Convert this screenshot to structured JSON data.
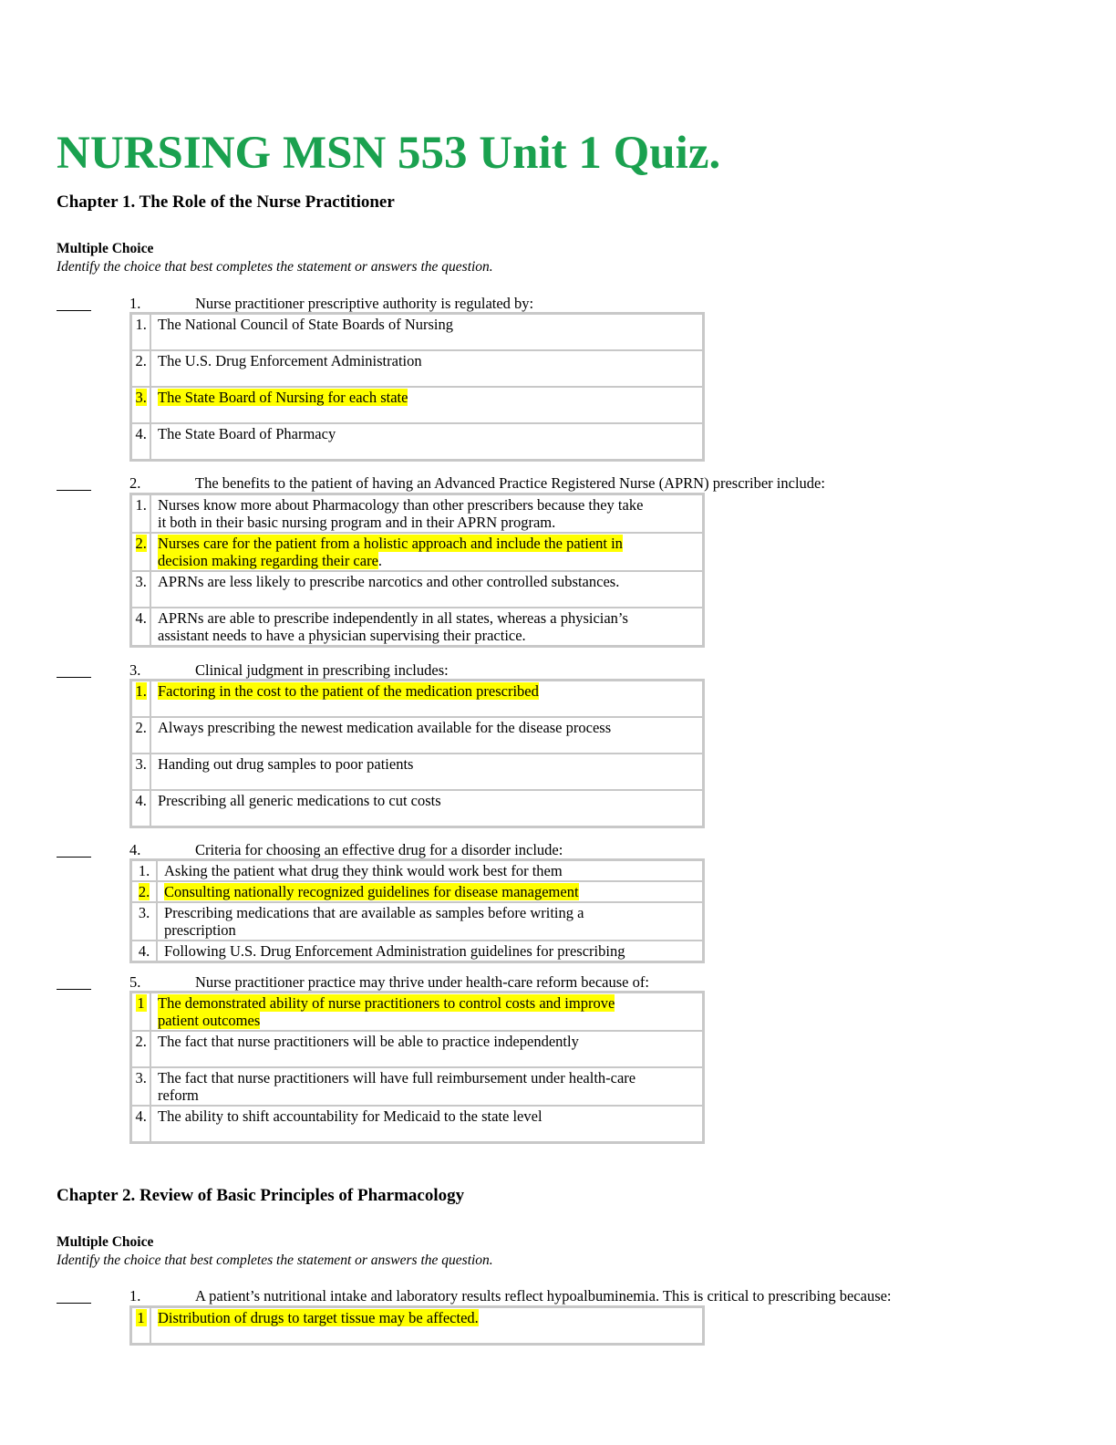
{
  "title": "NURSING MSN 553 Unit 1 Quiz.",
  "chapters": [
    {
      "heading": "Chapter 1. The Role of the Nurse Practitioner",
      "section_label": "Multiple Choice",
      "instructions": "Identify the choice that best completes the statement or answers the question.",
      "questions": [
        {
          "number": "1.",
          "text": "Nurse practitioner prescriptive authority is regulated by:",
          "options": [
            {
              "num": "1.",
              "text": "The National Council of State Boards of Nursing"
            },
            {
              "num": "2.",
              "text": "The U.S. Drug Enforcement Administration"
            },
            {
              "num": "3.",
              "text": "The State Board of Nursing for each state",
              "highlighted": true
            },
            {
              "num": "4.",
              "text": "The State Board of Pharmacy"
            }
          ]
        },
        {
          "number": "2.",
          "text": "The benefits to the patient of having an Advanced Practice Registered Nurse (APRN) prescriber include:",
          "options": [
            {
              "num": "1.",
              "text_lines": [
                "Nurses know more about Pharmacology than other prescribers because they take",
                "it both in their basic nursing program and in their APRN program."
              ]
            },
            {
              "num": "2.",
              "text_lines": [
                "Nurses care for the patient from a holistic approach and include the patient in",
                "decision making regarding their care"
              ],
              "trailing": ".",
              "highlighted": true
            },
            {
              "num": "3.",
              "text": "APRNs are less likely to prescribe narcotics and other controlled substances."
            },
            {
              "num": "4.",
              "text_lines": [
                "APRNs are able to prescribe independently in all states, whereas a physician’s",
                "assistant needs to have a physician supervising their practice."
              ]
            }
          ]
        },
        {
          "number": "3.",
          "text": "Clinical judgment in prescribing includes:",
          "options": [
            {
              "num": "1.",
              "text": "Factoring in the cost to the patient of the medication prescribed",
              "highlighted": true
            },
            {
              "num": "2.",
              "text": "Always prescribing the newest medication available for the disease process"
            },
            {
              "num": "3.",
              "text": "Handing out drug samples to poor patients"
            },
            {
              "num": "4.",
              "text": "Prescribing all generic medications to cut costs"
            }
          ]
        },
        {
          "number": "4.",
          "text": "Criteria for choosing an effective drug for a disorder include:",
          "options": [
            {
              "num": "1.",
              "text": "Asking the patient what drug they think would work best for them"
            },
            {
              "num": "2.",
              "text": "Consulting nationally recognized guidelines for disease management",
              "highlighted": true
            },
            {
              "num": "3.",
              "text_lines": [
                "Prescribing medications that are available as samples before writing a",
                "prescription"
              ]
            },
            {
              "num": "4.",
              "text": "Following U.S. Drug Enforcement Administration guidelines for prescribing"
            }
          ]
        },
        {
          "number": "5.",
          "text": "Nurse practitioner practice may thrive under health-care reform because of:",
          "options": [
            {
              "num": "1",
              "text_lines": [
                "The demonstrated ability of nurse practitioners to control costs and improve",
                "patient outcomes"
              ],
              "highlighted": true
            },
            {
              "num": "2.",
              "text": "The fact that nurse practitioners will be able to practice independently"
            },
            {
              "num": "3.",
              "text_lines": [
                "The fact that nurse practitioners will have full reimbursement under health-care",
                "reform"
              ]
            },
            {
              "num": "4.",
              "text": "The ability to shift accountability for Medicaid to the state level"
            }
          ]
        }
      ]
    },
    {
      "heading": "Chapter 2. Review of Basic Principles of Pharmacology",
      "section_label": "Multiple Choice",
      "instructions": "Identify the choice that best completes the statement or answers the question.",
      "questions": [
        {
          "number": "1.",
          "text": "A patient’s nutritional intake and laboratory results reflect hypoalbuminemia. This is critical to prescribing because:",
          "options": [
            {
              "num": "1",
              "text": "Distribution of drugs to target tissue may be affected.",
              "highlighted": true
            }
          ]
        }
      ]
    }
  ]
}
